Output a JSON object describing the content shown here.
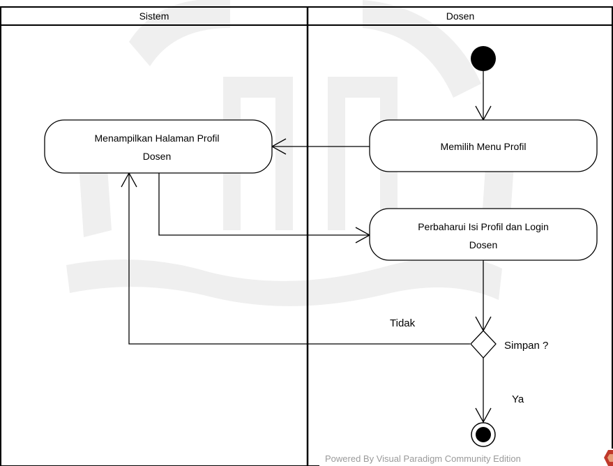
{
  "swimlanes": [
    {
      "title": "Sistem"
    },
    {
      "title": "Dosen"
    }
  ],
  "nodes": {
    "show_profile": {
      "lines": [
        "Menampilkan Halaman Profil",
        "Dosen"
      ]
    },
    "choose_menu": {
      "lines": [
        "Memilih Menu Profil"
      ]
    },
    "update_profile": {
      "lines": [
        "Perbaharui Isi Profil dan Login",
        "Dosen"
      ]
    },
    "decision": {
      "label": "Simpan ?"
    }
  },
  "edges": {
    "no_label": "Tidak",
    "yes_label": "Ya"
  },
  "footer": {
    "powered_by": "Powered By  Visual Paradigm Community Edition"
  },
  "colors": {
    "line": "#000000",
    "background": "#ffffff",
    "watermark": "#efefef",
    "footer_text": "#9a9a9a",
    "logo_accent": "#c0392b"
  },
  "icons": {
    "watermark": "university-seal-watermark",
    "vp_logo": "visual-paradigm-logo-icon"
  }
}
